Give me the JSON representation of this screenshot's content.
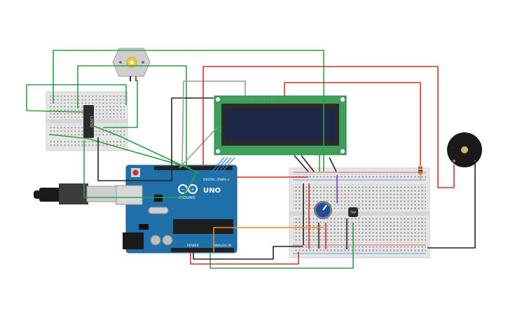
{
  "arduino": {
    "brand": "ARDUINO",
    "model": "UNO",
    "digital_label": "DIGITAL (PWM~)",
    "power_label": "POWER",
    "analog_label": "ANALOG IN"
  },
  "motor_driver": {
    "chip_label": "L293D"
  },
  "sensor": {
    "chip_label": "TMP"
  },
  "buzzer": {
    "plus": "+",
    "minus": "-"
  },
  "colors": {
    "wire_green": "#2ea043",
    "wire_red": "#d0302b",
    "wire_black": "#222222",
    "wire_gray": "#999999",
    "wire_orange": "#f08a1c",
    "wire_purple": "#7b3fb5",
    "wire_blue": "#2f7fd6",
    "arduino_board": "#1f6fa8",
    "lcd_board": "#3ea05a",
    "lcd_screen": "#1d2747",
    "breadboard": "#e6e6e6"
  },
  "icons": [
    "usb-cable-icon",
    "dc-motor-icon",
    "potentiometer-icon",
    "resistor-icon",
    "buzzer-icon",
    "reset-button-icon"
  ]
}
